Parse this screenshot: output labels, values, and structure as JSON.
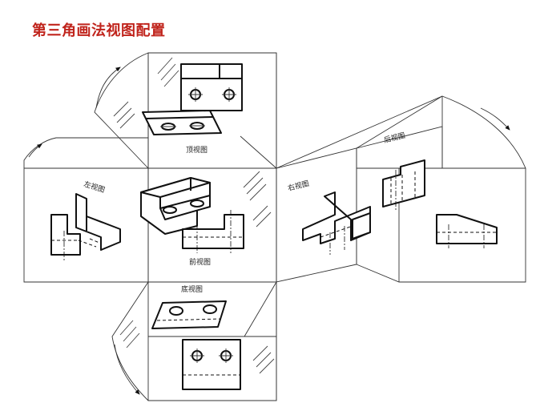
{
  "diagram": {
    "title": "第三角画法视图配置",
    "labels": {
      "top": "顶视图",
      "left": "左视图",
      "front": "前视图",
      "right": "右视图",
      "rear": "后视图",
      "bottom": "底视图"
    }
  }
}
